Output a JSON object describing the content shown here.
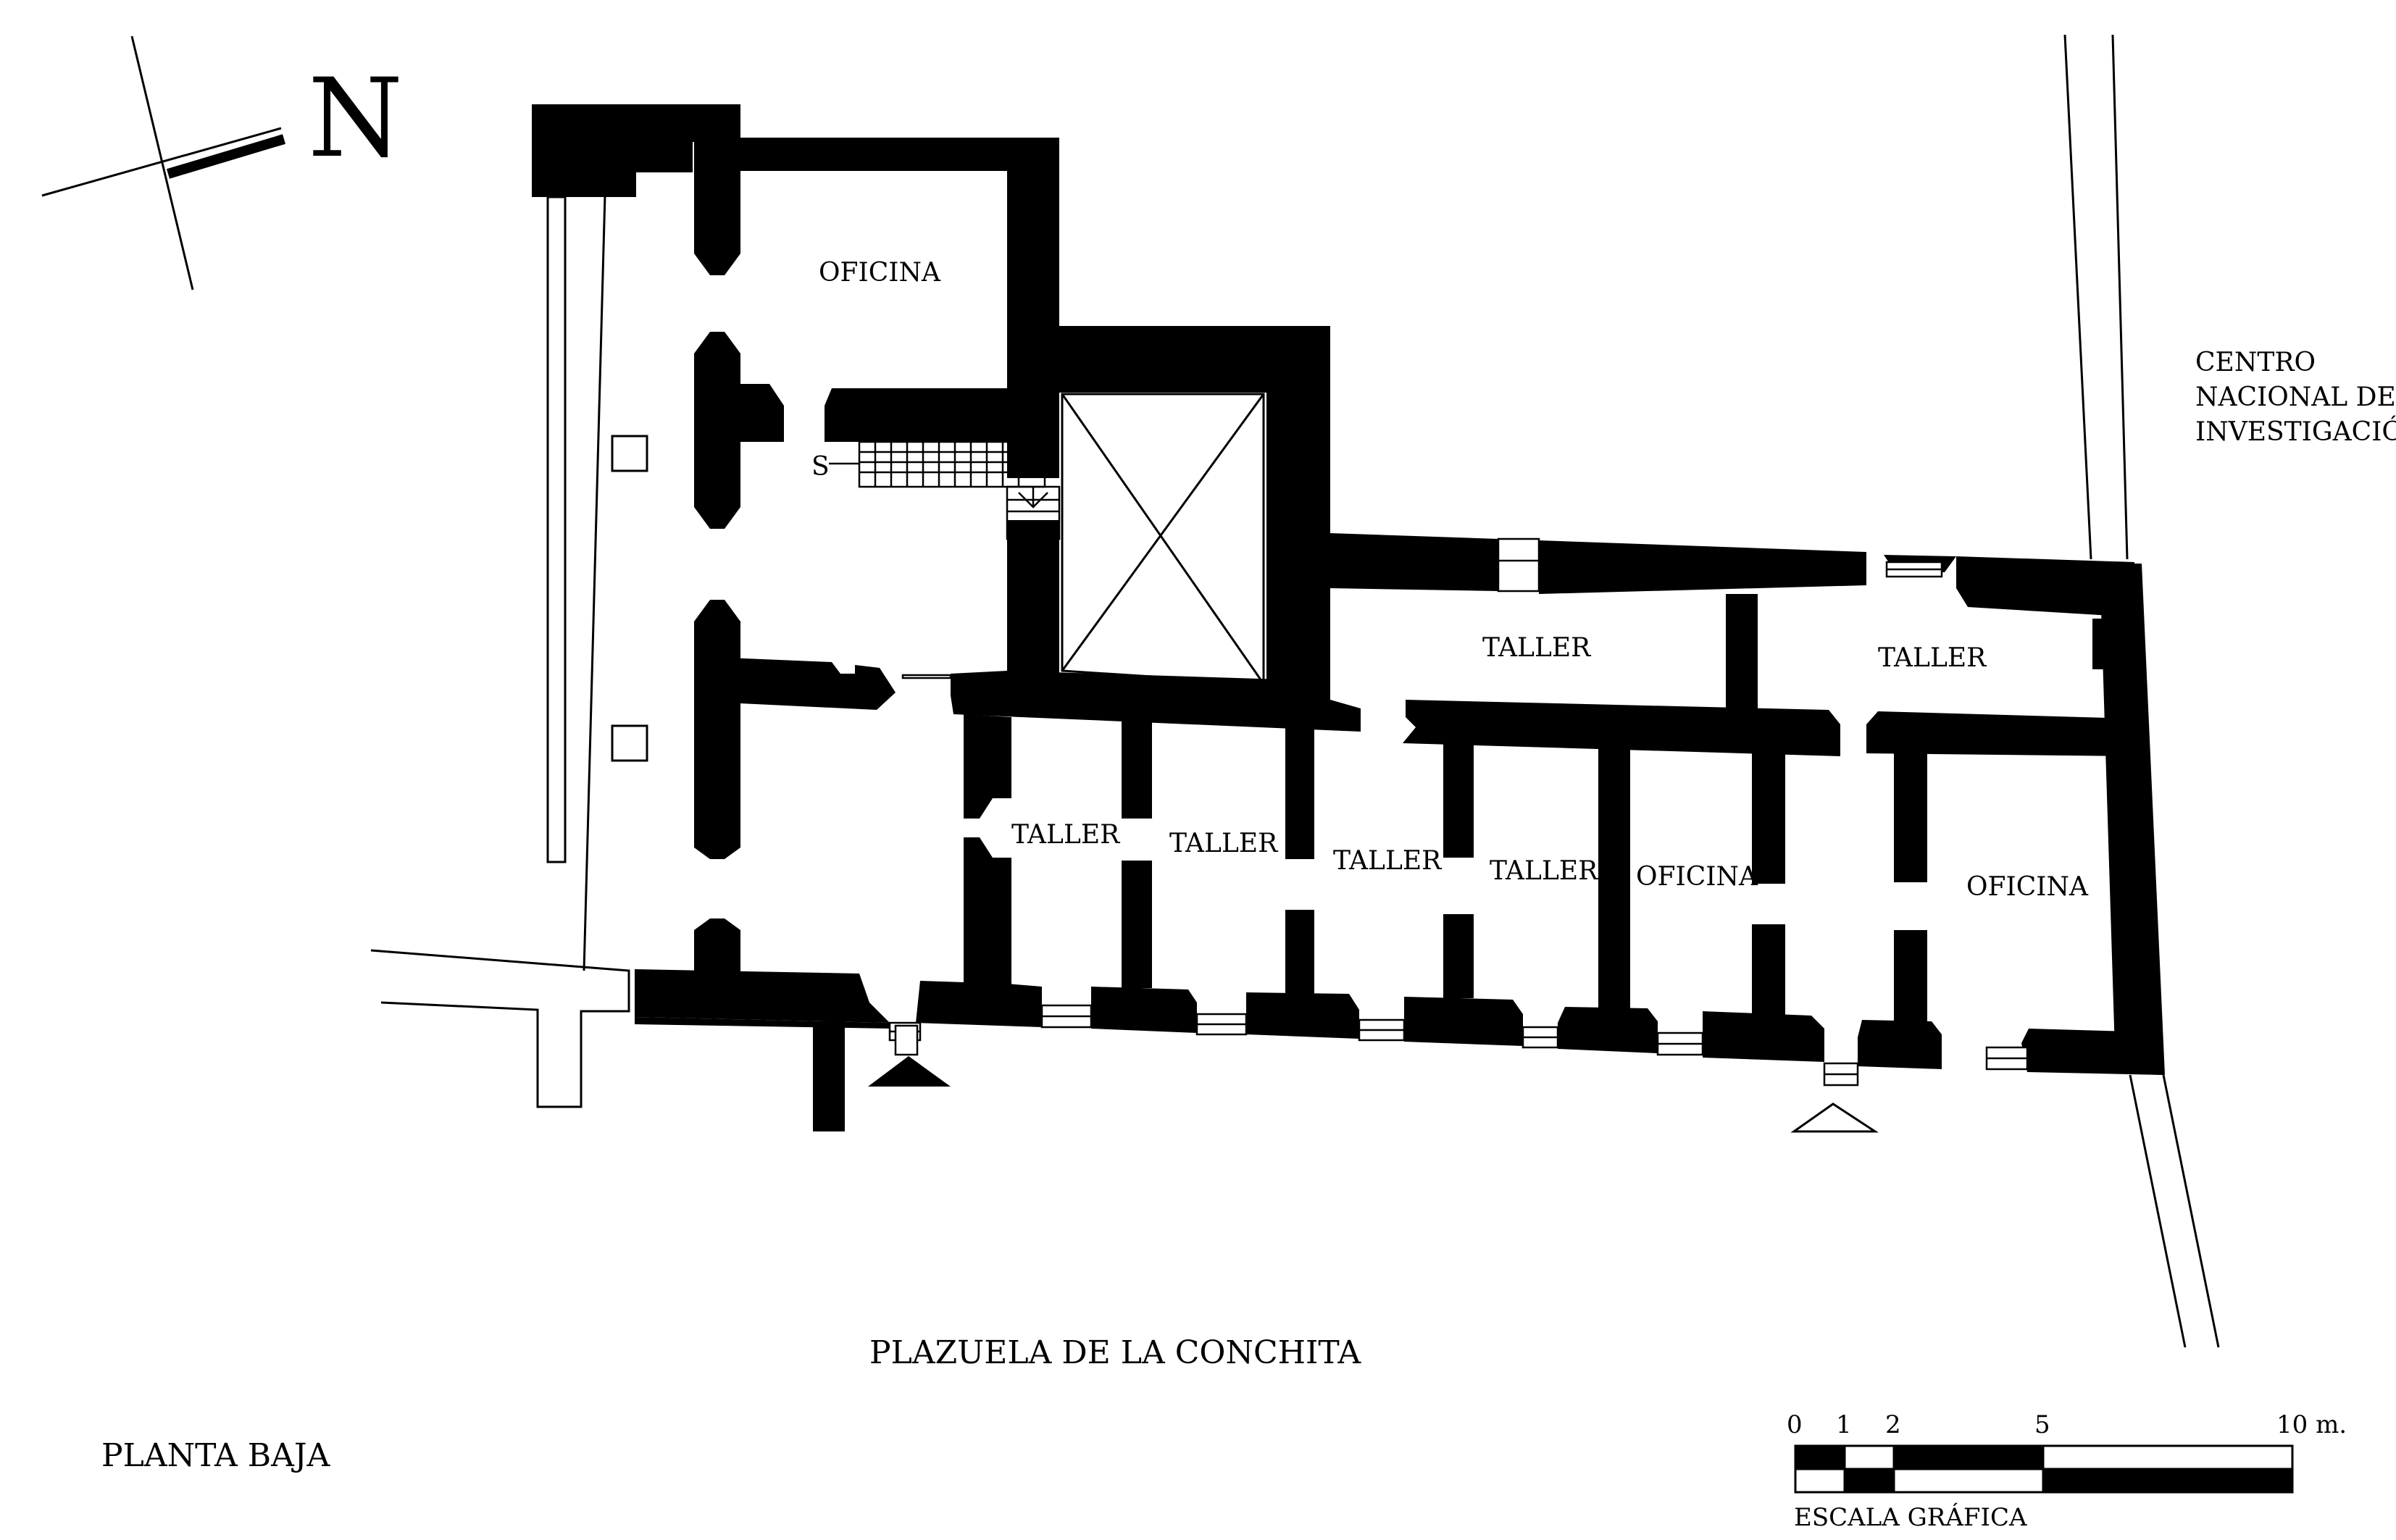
{
  "north_label": "N",
  "north_icon": "north-arrow-icon",
  "rooms": {
    "oficina_north": "OFICINA",
    "stair_mark": "S",
    "taller_east_1": "TALLER",
    "taller_east_2": "TALLER",
    "taller_1": "TALLER",
    "taller_2": "TALLER",
    "taller_3": "TALLER",
    "taller_4": "TALLER",
    "oficina_1": "OFICINA",
    "oficina_2": "OFICINA"
  },
  "neighbor": {
    "line1": "CENTRO",
    "line2": "NACIONAL DE",
    "line3": "INVESTIGACIÓN"
  },
  "street": "PLAZUELA DE LA CONCHITA",
  "floor_title": "PLANTA BAJA",
  "scale": {
    "ticks": [
      "0",
      "1",
      "2",
      "5",
      "10 m."
    ],
    "title": "ESCALA GRÁFICA"
  },
  "entrance_icons": [
    "main-entrance-triangle-icon",
    "secondary-entrance-triangle-icon"
  ]
}
